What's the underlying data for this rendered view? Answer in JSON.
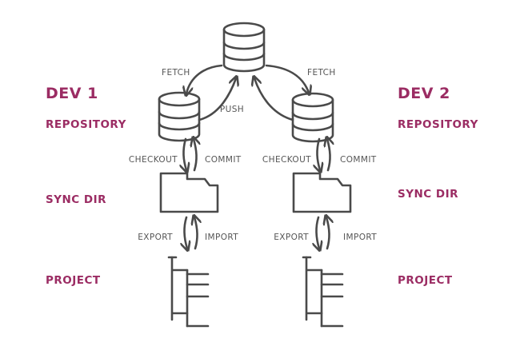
{
  "central_repo": {
    "icon": "database-icon"
  },
  "dev1": {
    "title": "DEV 1",
    "repository_label": "REPOSITORY",
    "sync_dir_label": "SYNC DIR",
    "project_label": "PROJECT",
    "repo_icon": "database-icon",
    "sync_icon": "folder-icon",
    "project_icon": "tree-icon"
  },
  "dev2": {
    "title": "DEV 2",
    "repository_label": "REPOSITORY",
    "sync_dir_label": "SYNC DIR",
    "project_label": "PROJECT",
    "repo_icon": "database-icon",
    "sync_icon": "folder-icon",
    "project_icon": "tree-icon"
  },
  "flows": {
    "fetch_left": "FETCH",
    "fetch_right": "FETCH",
    "push": "PUSH",
    "checkout_left": "CHECKOUT",
    "commit_left": "COMMIT",
    "checkout_right": "CHECKOUT",
    "commit_right": "COMMIT",
    "export_left": "EXPORT",
    "import_left": "IMPORT",
    "export_right": "EXPORT",
    "import_right": "IMPORT"
  },
  "colors": {
    "accent": "#9b2c63",
    "stroke": "#4a4a4a",
    "flow_text": "#555555"
  }
}
